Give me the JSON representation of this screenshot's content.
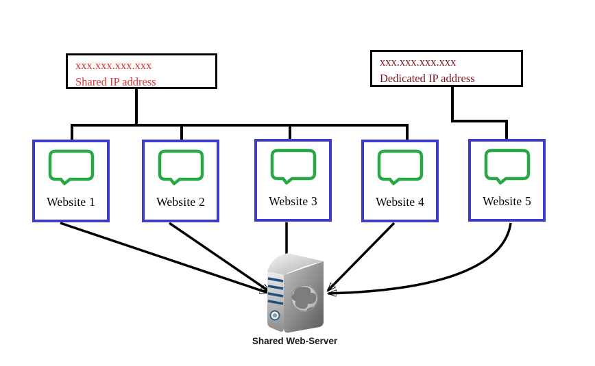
{
  "diagram": {
    "ip_boxes": [
      {
        "id": "shared",
        "ip": "xxx.xxx.xxx.xxx",
        "label": "Shared IP address"
      },
      {
        "id": "dedicated",
        "ip": "xxx.xxx.xxx.xxx",
        "label": "Dedicated IP address"
      }
    ],
    "websites": [
      {
        "label": "Website 1"
      },
      {
        "label": "Website 2"
      },
      {
        "label": "Website 3"
      },
      {
        "label": "Website 4"
      },
      {
        "label": "Website 5"
      }
    ],
    "server": {
      "label": "Shared Web-Server"
    }
  },
  "colors": {
    "shared_ip_text": "#e03131",
    "dedicated_ip_text": "#7d1322",
    "website_border": "#3d3dcc",
    "bubble_green": "#27a844",
    "connector_line": "#000000",
    "ip_box_border": "#000000",
    "server_label_text": "#1a1a1a",
    "server_stripe_blue": "#1d5080"
  }
}
